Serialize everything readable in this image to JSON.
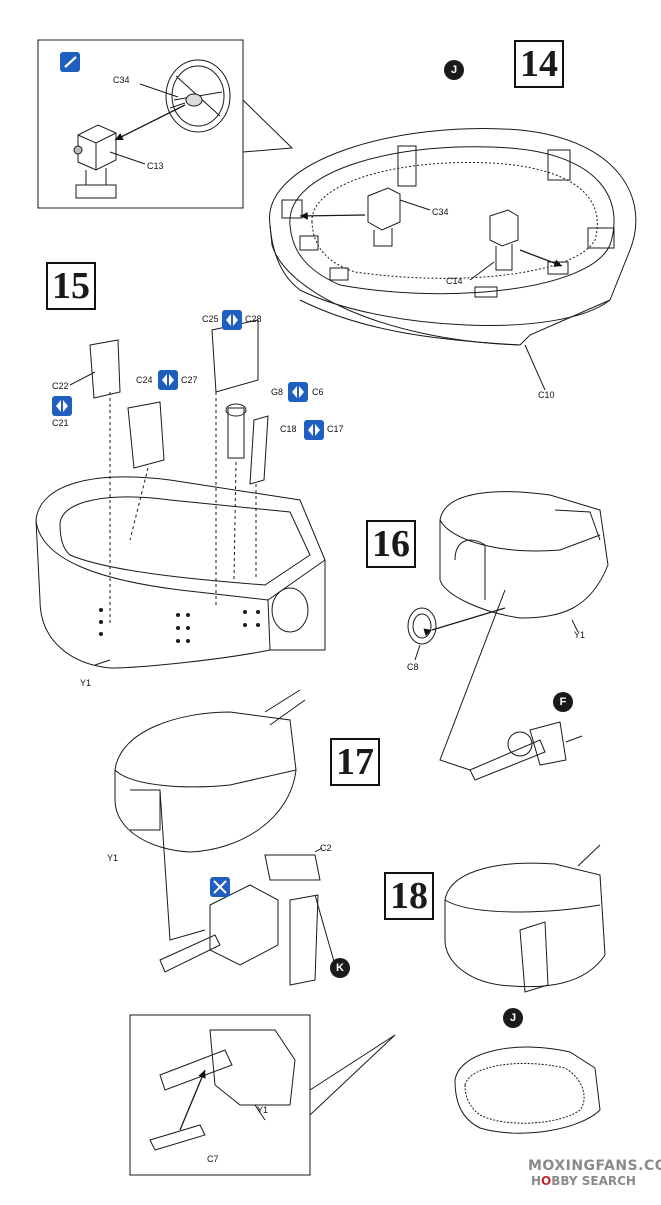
{
  "steps": {
    "s14": "14",
    "s15": "15",
    "s16": "16",
    "s17": "17",
    "s18": "18"
  },
  "sub_badges": {
    "j_top": "J",
    "f": "F",
    "k": "K",
    "j_bottom": "J"
  },
  "labels": {
    "c34_inset": "C34",
    "c13": "C13",
    "c34": "C34",
    "c14": "C14",
    "c10": "C10",
    "c25": "C25",
    "c28": "C28",
    "c22": "C22",
    "c21": "C21",
    "c24": "C24",
    "c27": "C27",
    "g8": "G8",
    "c6": "C6",
    "c18": "C18",
    "c17": "C17",
    "y1_15": "Y1",
    "y1_16": "Y1",
    "c8": "C8",
    "y1_17": "Y1",
    "c2": "C2",
    "y1_inset": "Y1",
    "c7": "C7"
  },
  "icons": {
    "paint": "paint-brush-icon",
    "pair": "paired-parts-icon",
    "remove": "cut-remove-icon"
  },
  "colors": {
    "line": "#1a1a1a",
    "icon_blue": "#1f5fbf",
    "badge": "#1a1a1a",
    "watermark_red": "#c62828"
  },
  "watermark": {
    "line1": "MOXINGFANS.COM",
    "line2_prefix": "H",
    "line2_red": "O",
    "line2_rest": "BBY SEARCH"
  }
}
